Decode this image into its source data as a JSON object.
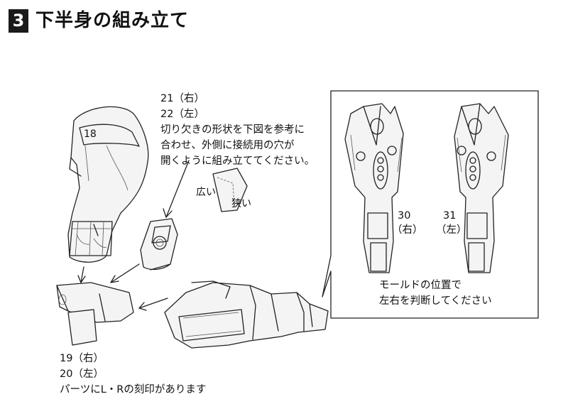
{
  "header": {
    "step_number": "3",
    "title": "下半身の組み立て"
  },
  "labels": {
    "part_18": "18",
    "part_21_22": [
      "21（右）",
      "22（左）"
    ],
    "notch_instruction": [
      "切り欠きの形状を下図を参考に",
      "合わせ、外側に接続用の穴が",
      "開くように組み立ててください。"
    ],
    "wide": "広い",
    "narrow": "狭い",
    "part_19_20": [
      "19（右）",
      "20（左）"
    ],
    "lr_mark_note": "パーツにL・Rの刻印があります",
    "part_30": "30",
    "part_30_side": "（右）",
    "part_31": "31",
    "part_31_side": "（左）",
    "mold_note": [
      "モールドの位置で",
      "左右を判断してください"
    ]
  }
}
